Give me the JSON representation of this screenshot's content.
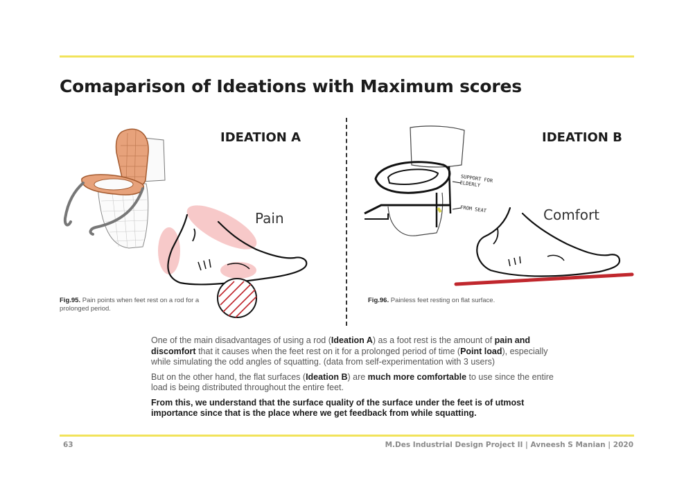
{
  "page": {
    "title": "Comaparison of Ideations with Maximum scores",
    "accent_color": "#f1e35a"
  },
  "ideation_a": {
    "label": "IDEATION A",
    "annotation": "Pain",
    "figure_label": "Fig.95.",
    "caption": "Pain points when feet rest on a rod for a prolonged period."
  },
  "ideation_b": {
    "label": "IDEATION B",
    "annotation": "Comfort",
    "figure_label": "Fig.96.",
    "caption": "Painless feet resting on flat surface.",
    "sketch_note_1": "SUPPORT FOR ELDERLY",
    "sketch_note_2": "FROM SEAT"
  },
  "body": {
    "p1": {
      "t1": "One of the main disadvantages of using a rod (",
      "b1": "Ideation A",
      "t2": ") as a foot rest is the amount of ",
      "b2": "pain and discomfort",
      "t3": " that it causes when the feet rest on it for a prolonged period of time (",
      "b3": "Point load",
      "t4": "), especially while simulating the odd angles of squatting. (data from self-experimentation with 3 users)"
    },
    "p2": {
      "t1": "But on the other hand, the flat surfaces (",
      "b1": "Ideation B",
      "t2": ") are ",
      "b2": "much more comfortable",
      "t3": " to use since the entire load is being distributed throughout the entire feet."
    },
    "p3": "From this, we understand that the surface quality of the surface under the feet is of utmost importance since that is the place where we get feedback from while squatting."
  },
  "footer": {
    "page_number": "63",
    "credit": "M.Des Industrial Design Project II | Avneesh S Manian | 2020"
  }
}
